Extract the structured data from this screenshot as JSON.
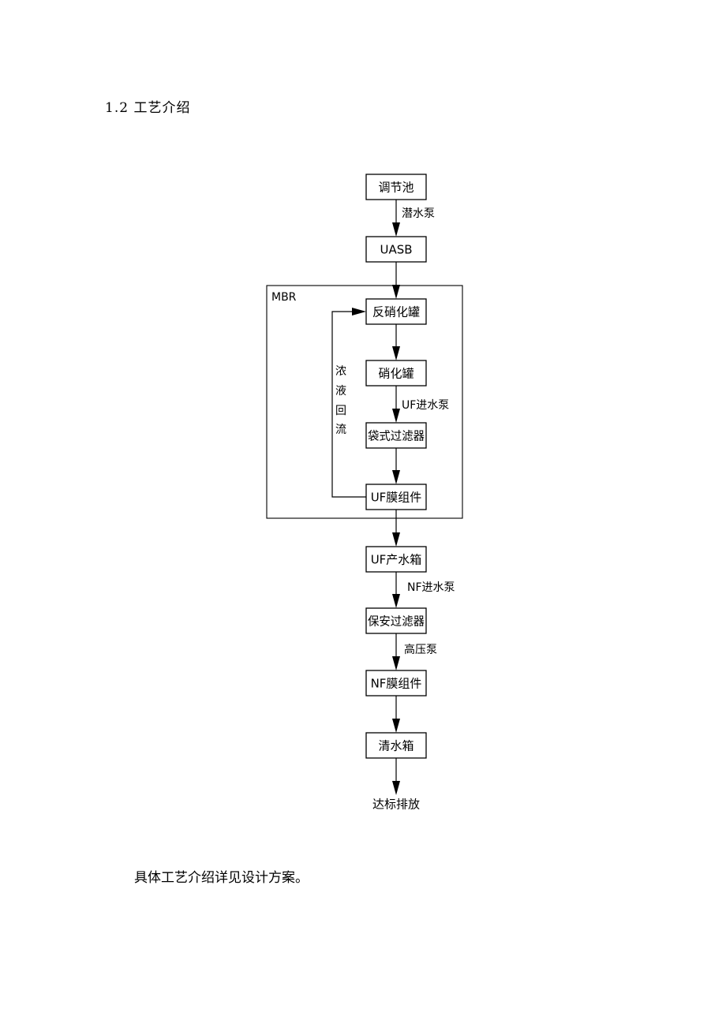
{
  "heading": "1.2 工艺介绍",
  "closing_text": "具体工艺介绍详见设计方案。",
  "diagram": {
    "group_label": "MBR",
    "nodes": {
      "tiaojiechi": "调节池",
      "uasb": "UASB",
      "fanxiaohua": "反硝化罐",
      "xiaohua": "硝化罐",
      "daishi": "袋式过滤器",
      "uf_module": "UF膜组件",
      "uf_tank": "UF产水箱",
      "baoan": "保安过滤器",
      "nf_module": "NF膜组件",
      "qingshui": "清水箱"
    },
    "edge_labels": {
      "qianshuibeng": "潜水泵",
      "uf_pump": "UF进水泵",
      "nf_pump": "NF进水泵",
      "gaoyabeng": "高压泵"
    },
    "recycle_label": [
      "浓",
      "液",
      "回",
      "流"
    ],
    "outlet": "达标排放"
  }
}
